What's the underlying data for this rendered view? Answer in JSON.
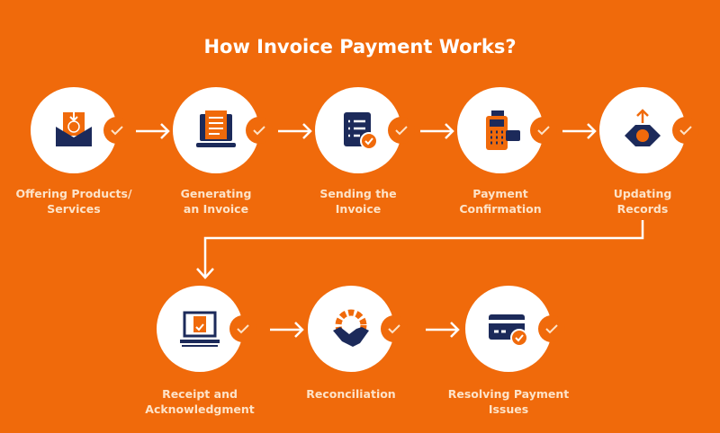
{
  "title": "How Invoice Payment Works?",
  "colors": {
    "background": "#f06a0b",
    "navy": "#1c2a5a",
    "label": "#fde3c8"
  },
  "steps": [
    {
      "label_line1": "Offering Products/",
      "label_line2": "Services",
      "icon": "envelope-dollar-icon"
    },
    {
      "label_line1": "Generating",
      "label_line2": "an Invoice",
      "icon": "laptop-invoice-icon"
    },
    {
      "label_line1": "Sending the",
      "label_line2": "Invoice",
      "icon": "checklist-icon"
    },
    {
      "label_line1": "Payment",
      "label_line2": "Confirmation",
      "icon": "pos-terminal-icon"
    },
    {
      "label_line1": "Updating",
      "label_line2": "Records",
      "icon": "cash-upload-icon"
    },
    {
      "label_line1": "Receipt and",
      "label_line2": "Acknowledgment",
      "icon": "laptop-receipt-icon"
    },
    {
      "label_line1": "Reconciliation",
      "label_line2": "",
      "icon": "gear-handshake-icon"
    },
    {
      "label_line1": "Resolving Payment",
      "label_line2": "Issues",
      "icon": "card-check-icon"
    }
  ]
}
